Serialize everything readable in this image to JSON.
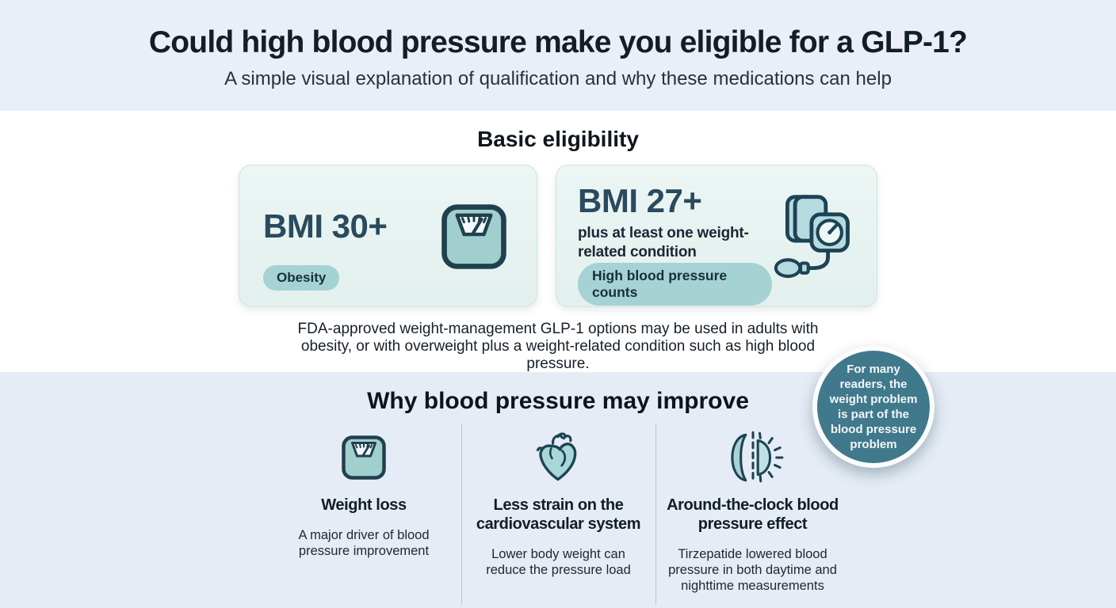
{
  "header": {
    "title": "Could high blood pressure make you eligible for a GLP-1?",
    "subtitle": "A simple visual explanation of qualification and why these medications can help"
  },
  "eligibility": {
    "heading": "Basic eligibility",
    "cards": [
      {
        "bmi": "BMI 30+",
        "badge": "Obesity",
        "icon": "scale-icon"
      },
      {
        "bmi": "BMI 27+",
        "condition": "plus at least one weight-related condition",
        "badge": "High blood pressure counts",
        "icon": "blood-pressure-monitor-icon"
      }
    ],
    "note": "FDA-approved weight-management GLP-1 options may be used in adults with obesity, or with overweight plus a weight-related condition such as high blood pressure."
  },
  "improve": {
    "heading": "Why blood pressure may improve",
    "columns": [
      {
        "icon": "scale-icon",
        "title": "Weight loss",
        "description": "A major driver of blood pressure improvement"
      },
      {
        "icon": "heart-icon",
        "title": "Less strain on the cardiovascular system",
        "description": "Lower body weight can reduce the pressure load"
      },
      {
        "icon": "day-night-icon",
        "title": "Around-the-clock blood pressure effect",
        "description": "Tirzepatide lowered blood pressure in both daytime and nighttime measurements"
      }
    ]
  },
  "callout": {
    "text": "For many readers, the weight problem is part of the blood pressure problem"
  },
  "colors": {
    "header_bg": "#e9eef7",
    "improve_bg": "#e5ecf5",
    "card_bg": "#e4f1ef",
    "pill_bg": "#a5d2d3",
    "bmi_navy": "#2a4a5e",
    "icon_stroke": "#1d4354",
    "icon_fill": "#a5d2d4",
    "callout_bg": "#41798c"
  }
}
